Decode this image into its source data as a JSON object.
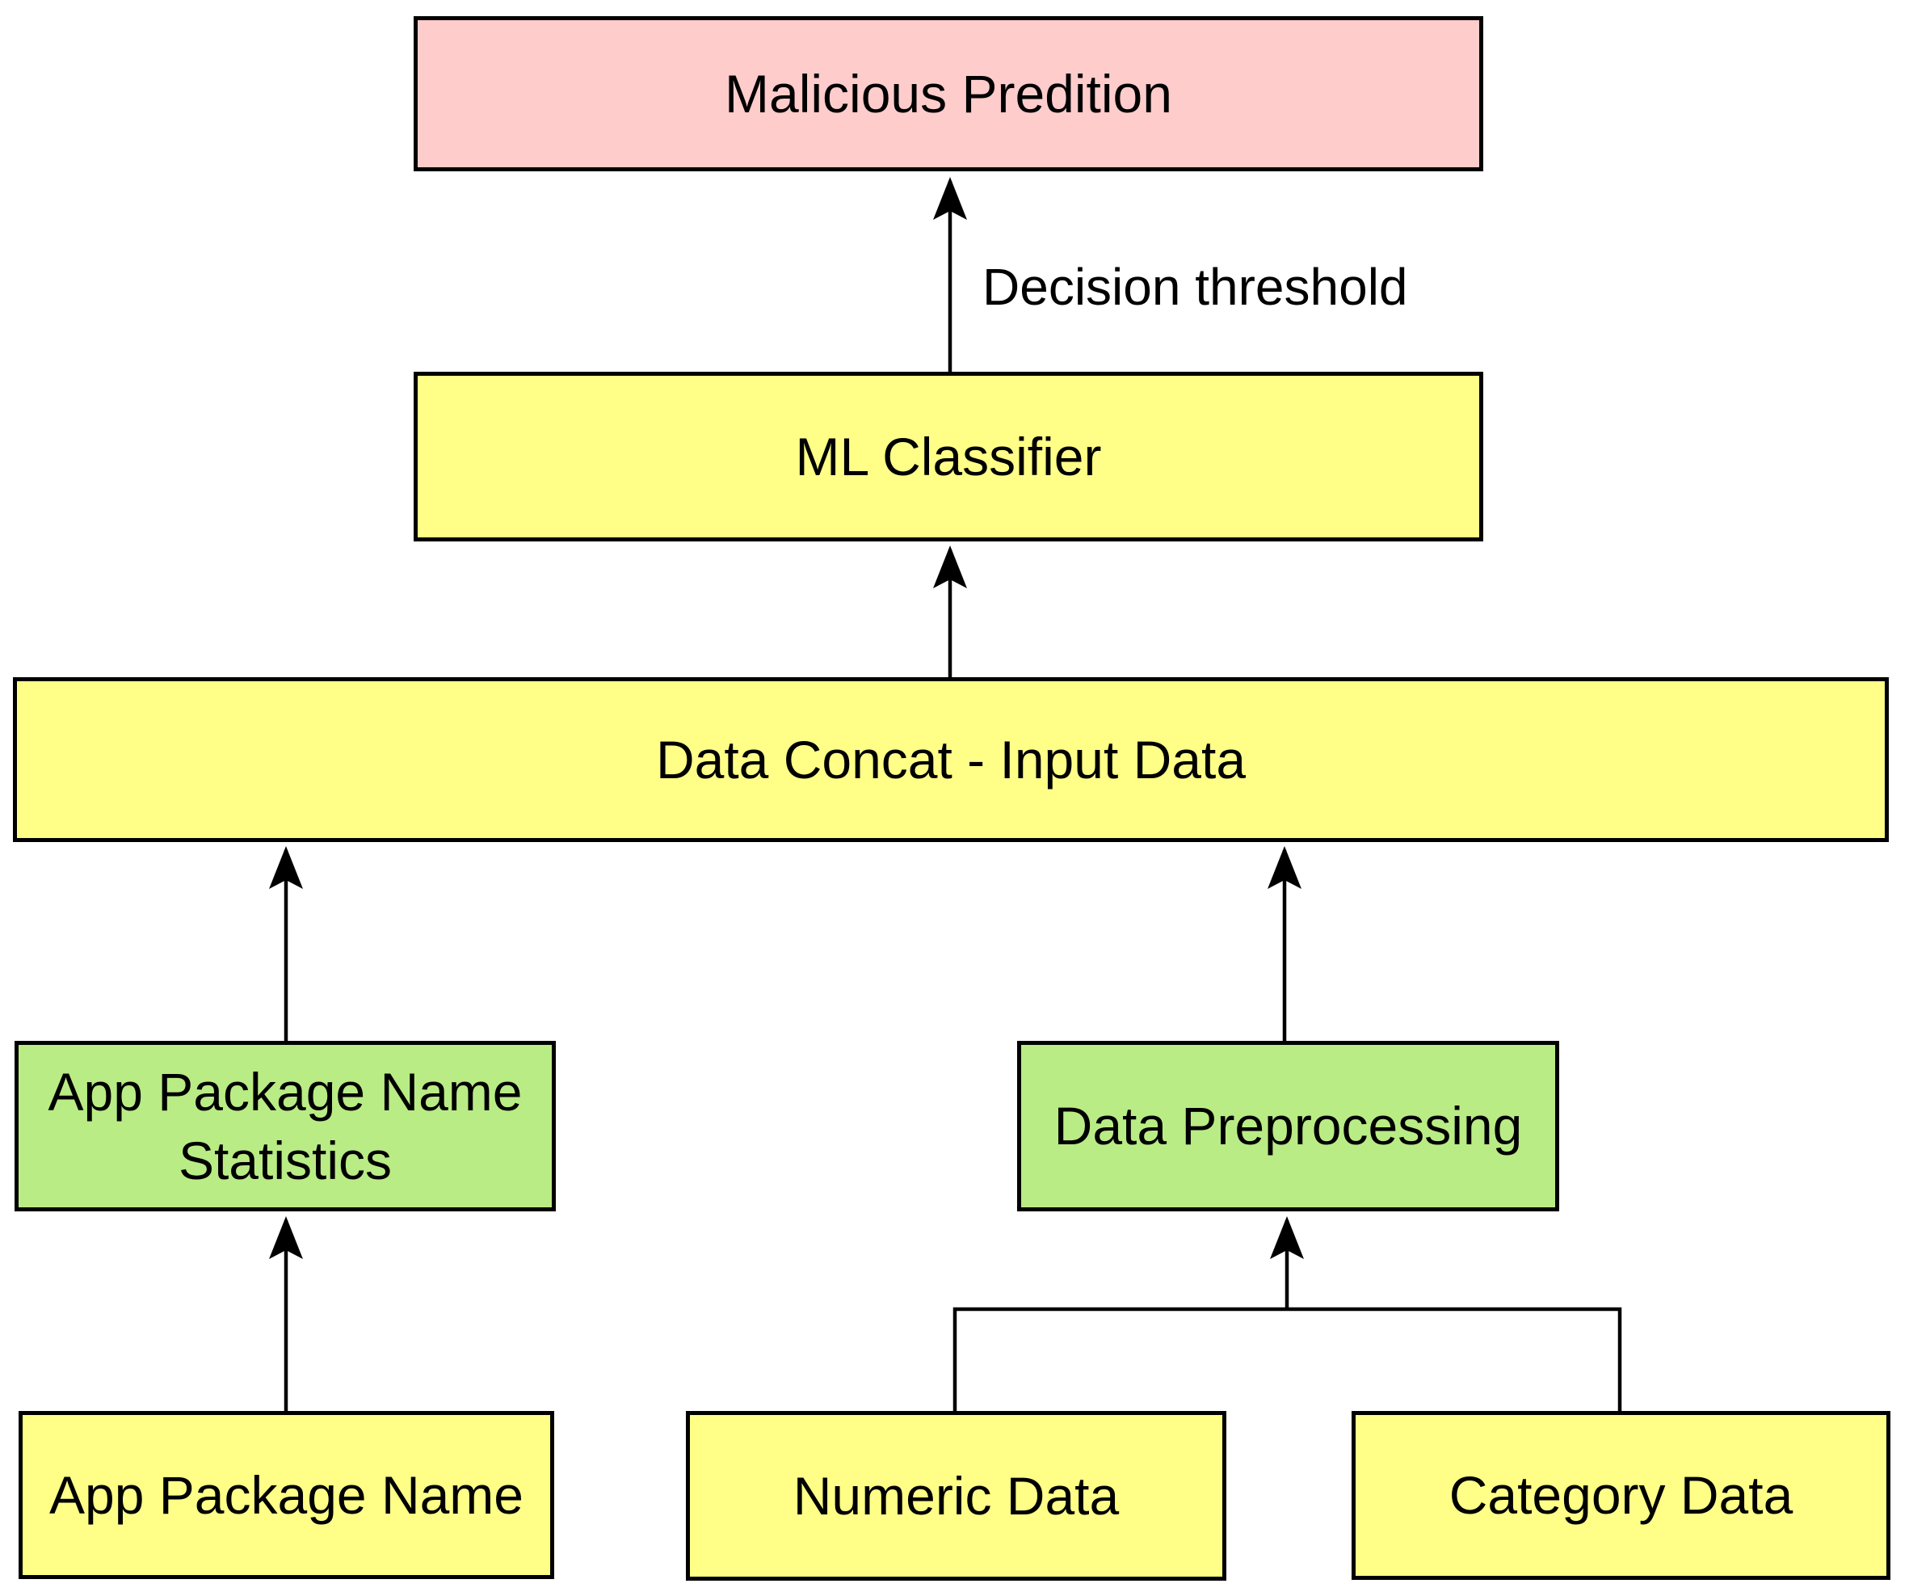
{
  "diagram_type": "flowchart",
  "colors": {
    "pink": "#FFCCCC",
    "yellow": "#FFFF88",
    "green": "#B9EC85",
    "border": "#000000",
    "line": "#000000",
    "background": "#FFFFFF"
  },
  "nodes": {
    "malicious_prediction": {
      "label": "Malicious Predition",
      "fill": "pink"
    },
    "ml_classifier": {
      "label": "ML Classifier",
      "fill": "yellow"
    },
    "data_concat": {
      "label": "Data Concat - Input Data",
      "fill": "yellow"
    },
    "app_package_name_statistics": {
      "label": "App Package Name Statistics",
      "fill": "green"
    },
    "data_preprocessing": {
      "label": "Data Preprocessing",
      "fill": "green"
    },
    "app_package_name": {
      "label": "App Package Name",
      "fill": "yellow"
    },
    "numeric_data": {
      "label": "Numeric Data",
      "fill": "yellow"
    },
    "category_data": {
      "label": "Category Data",
      "fill": "yellow"
    }
  },
  "edge_label": {
    "text": "Decision threshold"
  },
  "edges": [
    {
      "from": "ml_classifier",
      "to": "malicious_prediction",
      "label": "Decision threshold",
      "arrow": true
    },
    {
      "from": "data_concat",
      "to": "ml_classifier",
      "label": "",
      "arrow": true
    },
    {
      "from": "app_package_name_statistics",
      "to": "data_concat",
      "label": "",
      "arrow": true
    },
    {
      "from": "data_preprocessing",
      "to": "data_concat",
      "label": "",
      "arrow": true
    },
    {
      "from": "app_package_name",
      "to": "app_package_name_statistics",
      "label": "",
      "arrow": true
    },
    {
      "from": "numeric_data",
      "to": "data_preprocessing",
      "label": "",
      "arrow": true
    },
    {
      "from": "category_data",
      "to": "data_preprocessing",
      "label": "",
      "arrow": true
    }
  ]
}
